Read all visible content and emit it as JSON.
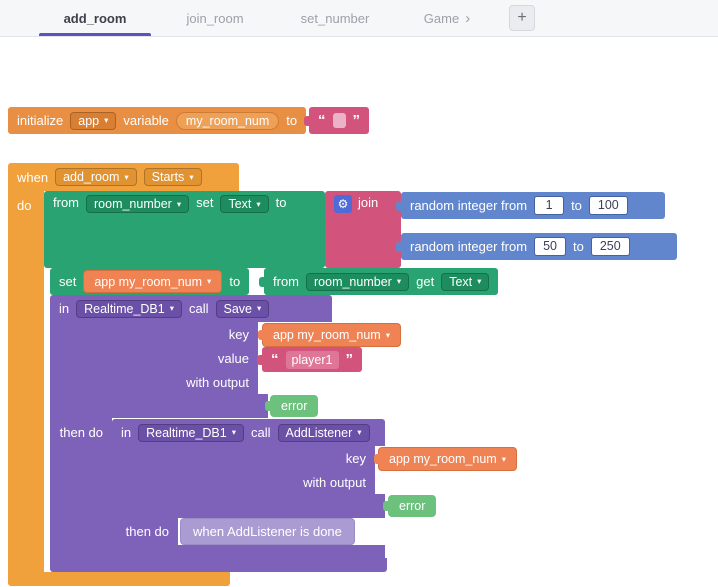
{
  "tabbar": {
    "tabs": [
      {
        "label": "add_room"
      },
      {
        "label": "join_room"
      },
      {
        "label": "set_number"
      },
      {
        "label": "Game"
      }
    ],
    "chevron": "›",
    "add_button": "+"
  },
  "icons": {
    "dropdown_arrow": "▾",
    "gear": "⚙",
    "open_quote": "“",
    "close_quote": "”"
  },
  "canvas": {
    "init_block": {
      "initialize": "initialize",
      "scope": "app",
      "variable": "variable",
      "name": "my_room_num",
      "to": "to"
    },
    "when_block": {
      "when": "when",
      "screen": "add_room",
      "event": "Starts",
      "do": "do"
    },
    "from_set_block": {
      "from": "from",
      "component": "room_number",
      "set": "set",
      "property": "Text",
      "to": "to"
    },
    "join_block": {
      "label": "join"
    },
    "random_blocks": [
      {
        "label": "random integer from",
        "from": "1",
        "to_label": "to",
        "to": "100"
      },
      {
        "label": "random integer from",
        "from": "50",
        "to_label": "to",
        "to": "250"
      }
    ],
    "set_block": {
      "set": "set",
      "variable": "app my_room_num",
      "to": "to"
    },
    "from_get_block": {
      "from": "from",
      "component": "room_number",
      "get": "get",
      "property": "Text"
    },
    "save_block": {
      "in": "in",
      "component": "Realtime_DB1",
      "call": "call",
      "method": "Save",
      "key_label": "key",
      "key_value": "app my_room_num",
      "value_label": "value",
      "value_text": "player1",
      "with_output_label": "with output",
      "output_var": "error",
      "then_do_label": "then do"
    },
    "listener_block": {
      "in": "in",
      "component": "Realtime_DB1",
      "call": "call",
      "method": "AddListener",
      "key_label": "key",
      "key_value": "app my_room_num",
      "with_output_label": "with output",
      "output_var": "error",
      "then_do_label": "then do",
      "done_label": "when AddListener is done"
    }
  },
  "colors": {
    "accent": "#5b54c0",
    "orange": "#e88f44",
    "when_orange": "#f0a13c",
    "variable_orange": "#ef8354",
    "green": "#2aa372",
    "error_green": "#6cc17d",
    "pink": "#d2537b",
    "blue": "#6286cd",
    "purple": "#7e62ba",
    "lavender": "#aa9cd2",
    "gear_blue": "#4f6bd8"
  }
}
